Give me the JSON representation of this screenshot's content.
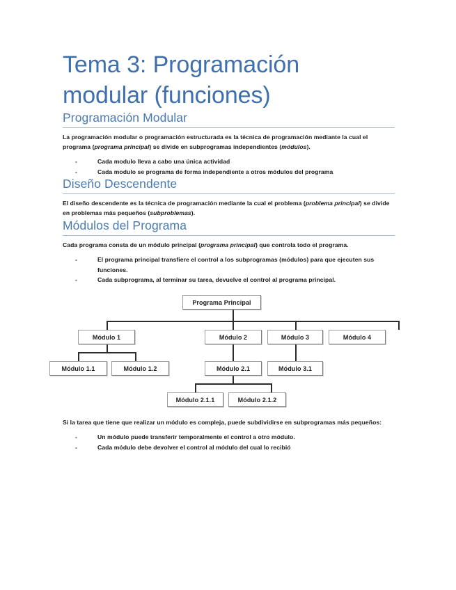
{
  "document": {
    "title": "Tema 3: Programación modular (funciones)",
    "sections": [
      {
        "heading": "Programación Modular",
        "paragraph": {
          "p1": "La programación modular o programación estructurada es la técnica de programación mediante la cual ",
          "p2": "el programa",
          "p3": " (",
          "p4": "programa principal",
          "p5": ") ",
          "p6": "se divide en subprogramas independientes",
          "p7": " (",
          "p8": "módulos",
          "p9": ")."
        },
        "bullets": [
          "Cada modulo lleva a cabo una única actividad",
          "Cada modulo se programa de forma independiente a otros módulos del programa"
        ]
      },
      {
        "heading": "Diseño Descendente",
        "paragraph": {
          "p1": "El diseño descendente es la técnica de programación mediante la cual ",
          "p2": "el problema",
          "p3": " (",
          "p4": "problema principal",
          "p5": ") ",
          "p6": "se divide en problemas más pequeños",
          "p7": " (",
          "p8": "subproblemas",
          "p9": ")."
        },
        "bullets": []
      },
      {
        "heading": "Módulos del Programa",
        "paragraph": {
          "p1": "Cada programa consta de un ",
          "p2": "módulo principal",
          "p3": " (",
          "p4": "programa principal",
          "p5": ") ",
          "p6": "que controla todo el programa.",
          "p7": "",
          "p8": "",
          "p9": ""
        },
        "bullets": [
          "El programa principal transfiere el control a los subprogramas (módulos) para que ejecuten sus funciones.",
          "Cada subprograma, al terminar su tarea, devuelve el control al programa principal."
        ]
      }
    ],
    "closing": {
      "p1": "Si la tarea que tiene que realizar un módulo es compleja, puede subdividirse en ",
      "p2": "subprogramas más pequeños",
      "p3": ":",
      "bullets": [
        "Un módulo puede transferir temporalmente el control a otro módulo.",
        "Cada módulo debe devolver el control al módulo del cual lo recibió"
      ]
    },
    "diagram": {
      "root": "Programa Principal",
      "level2": [
        "Módulo 1",
        "Módulo 2",
        "Módulo 3",
        "Módulo 4"
      ],
      "level3": [
        "Módulo 1.1",
        "Módulo 1.2",
        "Módulo 2.1",
        "Módulo 3.1"
      ],
      "level4": [
        "Módulo 2.1.1",
        "Módulo 2.1.2"
      ]
    },
    "bullet_marker": "-",
    "colors": {
      "title": "#3f6fad",
      "heading": "#4a7ab0",
      "heading_rule": "#a9c0dc",
      "body": "#1a1a1a",
      "node_border": "#9d9d9d",
      "connector": "#2b2b2b"
    }
  }
}
